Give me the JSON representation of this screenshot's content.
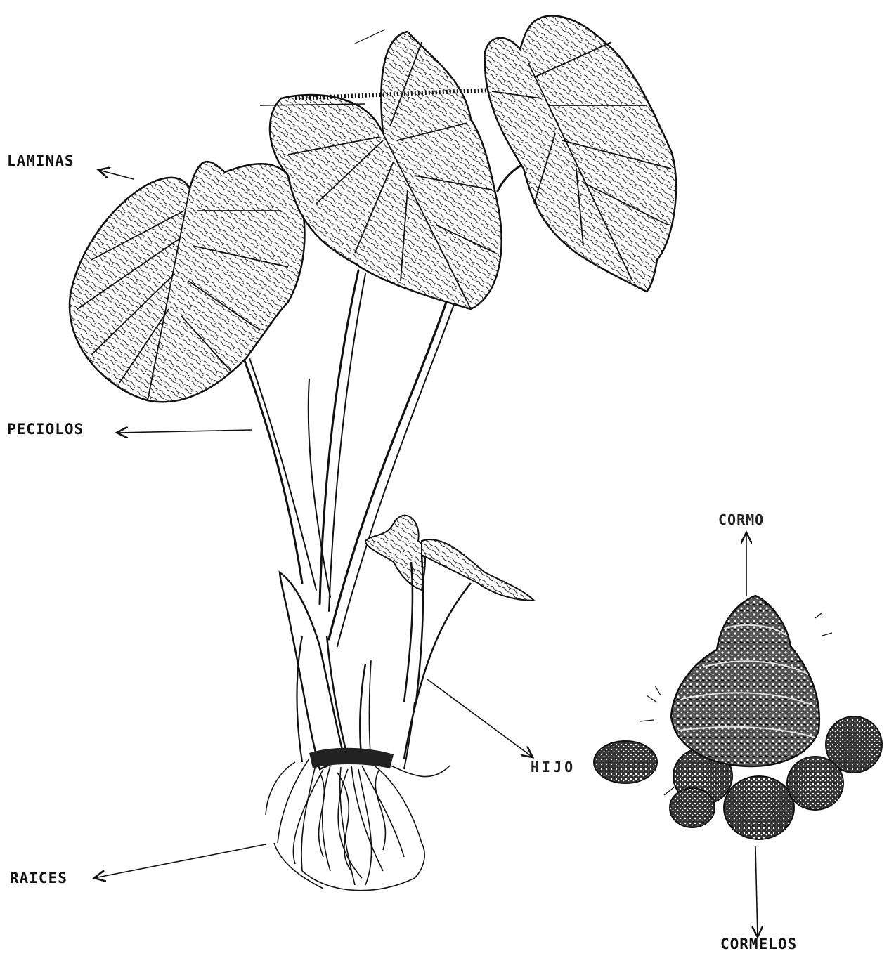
{
  "labels": {
    "laminas": "LAMINAS",
    "peciolos": "PECIOLOS",
    "raices": "RAICES",
    "hijo": "HIJO",
    "cormo": "CORMO",
    "cormelos": "CORMELOS"
  },
  "colors": {
    "ink": "#111111",
    "paper": "#ffffff",
    "hatch": "#333333"
  }
}
